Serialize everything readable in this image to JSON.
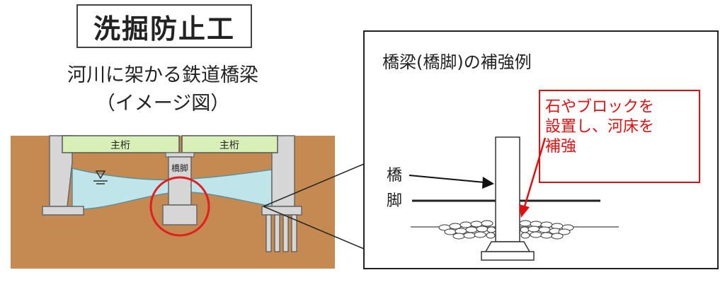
{
  "title": "洗掘防止工",
  "subtitle_line1": "河川に架かる鉄道橋梁",
  "subtitle_line2": "（イメージ図）",
  "girder_label_left": "主桁",
  "girder_label_right": "主桁",
  "pier_label_small": "橋脚",
  "detail": {
    "title": "橋梁(橋脚)の補強例",
    "pier_label_line1": "橋",
    "pier_label_line2": "脚",
    "note_line1": "石やブロックを",
    "note_line2": "設置し、河床を",
    "note_line3": "補強"
  },
  "colors": {
    "ground": "#c48a52",
    "water": "#bfe4ea",
    "girder": "#d8efb8",
    "concrete": "#d6d6d6",
    "highlight": "#e02020"
  }
}
